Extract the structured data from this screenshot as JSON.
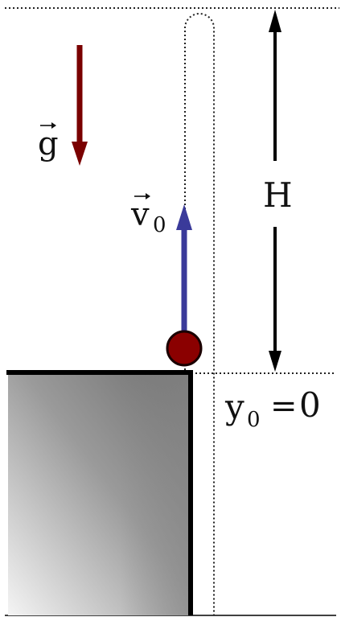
{
  "labels": {
    "gravity_symbol": "g",
    "velocity_symbol": "v",
    "velocity_subscript": "0",
    "height_symbol": "H",
    "y0_symbol": "y",
    "y0_subscript": "0",
    "y0_equals": "=",
    "y0_value": "0"
  },
  "colors": {
    "gravity_arrow": "#7a0000",
    "velocity_arrow": "#3a3a9a",
    "ball_fill": "#8b0000",
    "ball_stroke": "#1a0000",
    "ledge_outline": "#000000",
    "dotted_lines": "#222222",
    "height_arrow": "#000000"
  },
  "icons": {
    "gravity": "down-arrow-icon",
    "velocity": "up-arrow-icon",
    "height": "double-headed-arrow-icon"
  }
}
